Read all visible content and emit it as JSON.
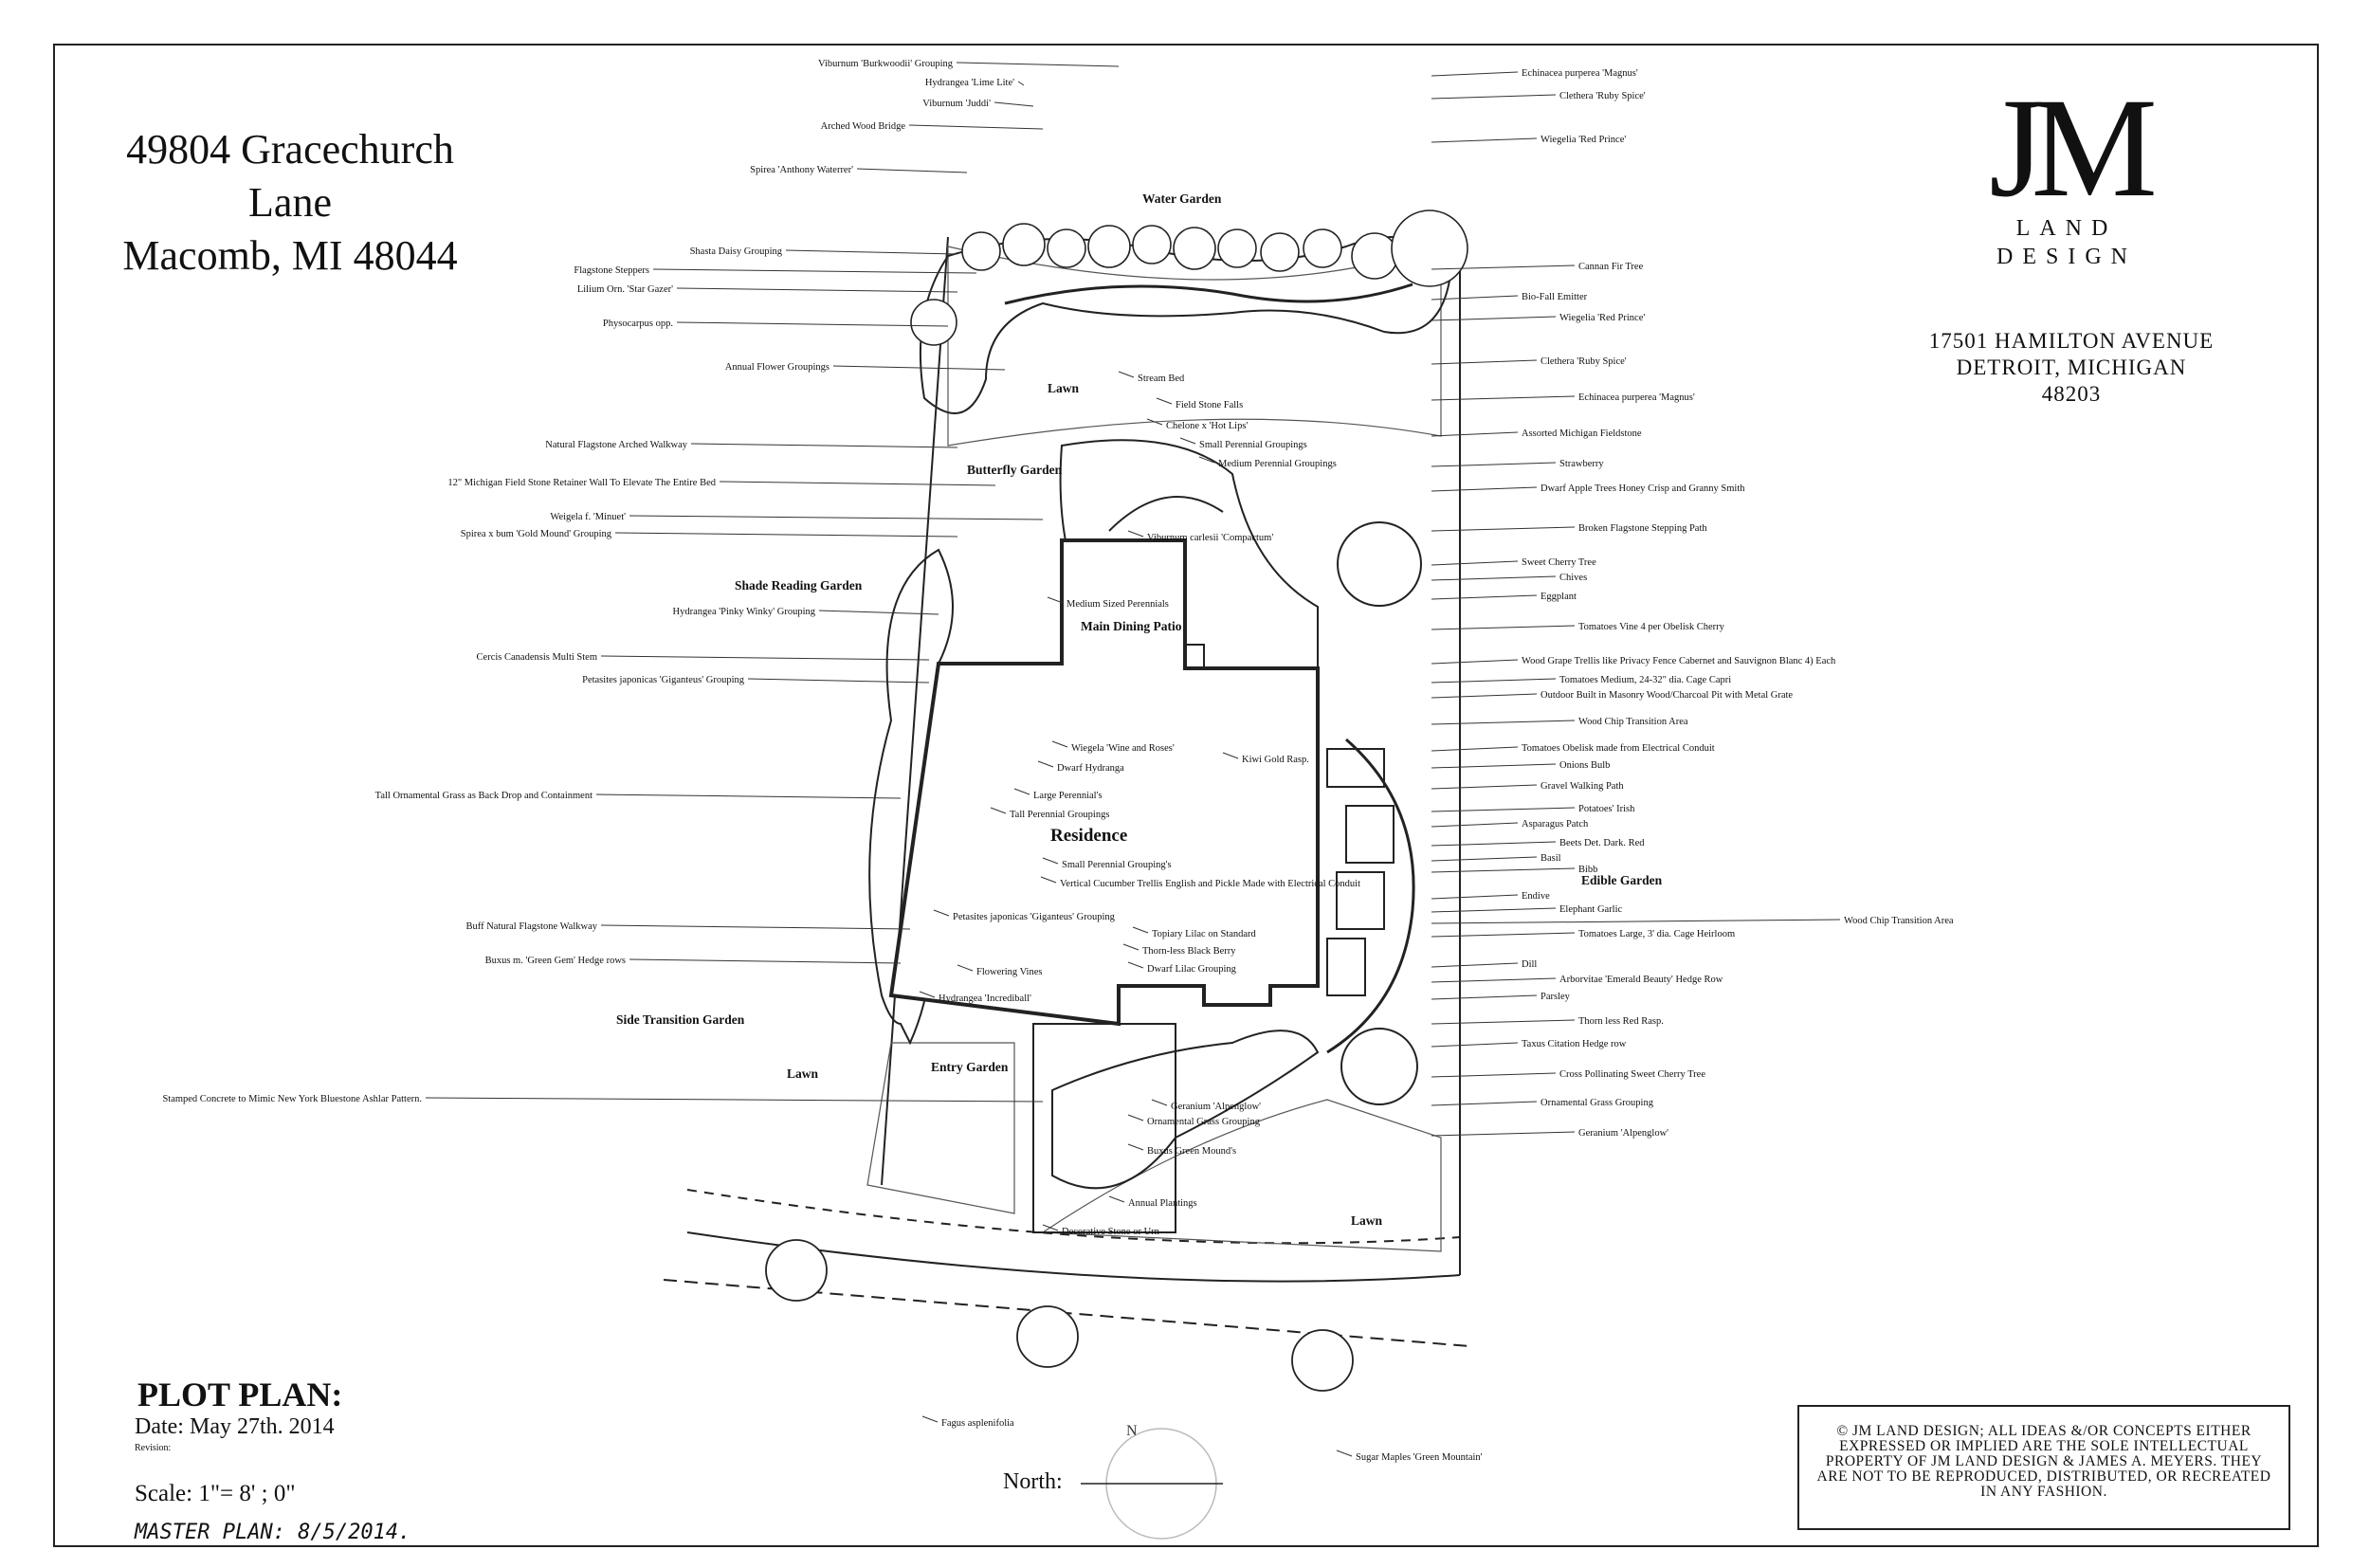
{
  "address": {
    "line1": "49804 Gracechurch Lane",
    "line2": "Macomb, MI 48044"
  },
  "firm": {
    "logo_text": "JM",
    "sub1": "LAND",
    "sub2": "DESIGN",
    "address1": "17501 HAMILTON AVENUE",
    "address2": "DETROIT, MICHIGAN 48203"
  },
  "plot": {
    "title": "PLOT PLAN:",
    "date": "Date: May 27th. 2014",
    "revision": "Revision:",
    "scale": "Scale: 1\"= 8' ; 0\"",
    "master": "MASTER PLAN: 8/5/2014."
  },
  "north_label": "North:",
  "copyright": "© JM LAND DESIGN; ALL IDEAS &/OR CONCEPTS EITHER EXPRESSED OR IMPLIED ARE THE SOLE INTELLECTUAL PROPERTY OF JM LAND DESIGN & JAMES A. MEYERS. THEY ARE NOT TO BE REPRODUCED, DISTRIBUTED, OR RECREATED IN ANY FASHION.",
  "areas": {
    "water_garden": "Water Garden",
    "lawn_top": "Lawn",
    "butterfly_garden": "Butterfly Garden",
    "shade_reading_garden": "Shade Reading Garden",
    "main_dining_patio": "Main Dining Patio",
    "residence": "Residence",
    "edible_garden": "Edible Garden",
    "side_transition_garden": "Side Transition Garden",
    "lawn_left": "Lawn",
    "entry_garden": "Entry Garden",
    "lawn_bottom": "Lawn"
  },
  "left_labels": [
    "Viburnum 'Burkwoodii' Grouping",
    "Hydrangea 'Lime Lite'",
    "Viburnum 'Juddi'",
    "Arched Wood Bridge",
    "Spirea 'Anthony Waterrer'",
    "Shasta Daisy Grouping",
    "Flagstone Steppers",
    "Lilium Orn. 'Star Gazer'",
    "Physocarpus opp.",
    "Annual Flower Groupings",
    "Natural Flagstone Arched Walkway",
    "12\" Michigan Field Stone Retainer Wall To Elevate The Entire Bed",
    "Weigela f. 'Minuet'",
    "Spirea x bum 'Gold Mound' Grouping",
    "Hydrangea 'Pinky Winky' Grouping",
    "Cercis Canadensis Multi Stem",
    "Petasites japonicas 'Giganteus' Grouping",
    "Tall Ornamental Grass as Back Drop and Containment",
    "Buff Natural Flagstone Walkway",
    "Buxus m. 'Green Gem' Hedge rows",
    "Stamped Concrete to Mimic New York Bluestone Ashlar Pattern."
  ],
  "center_labels": [
    "Stream Bed",
    "Field Stone Falls",
    "Chelone x 'Hot Lips'",
    "Small Perennial Groupings",
    "Medium Perennial Groupings",
    "Viburnum carlesii 'Compactum'",
    "Medium Sized Perennials",
    "Wiegela 'Wine and Roses'",
    "Dwarf Hydranga",
    "Large Perennial's",
    "Tall Perennial Groupings",
    "Kiwi Gold Rasp.",
    "Small Perennial Grouping's",
    "Vertical Cucumber Trellis English and Pickle Made with Electrical Conduit",
    "Petasites japonicas 'Giganteus' Grouping",
    "Topiary Lilac on Standard",
    "Thorn-less Black Berry",
    "Dwarf Lilac Grouping",
    "Flowering Vines",
    "Hydrangea 'Incrediball'",
    "Geranium 'Alpenglow'",
    "Ornamental Grass Grouping",
    "Buxus Green Mound's",
    "Annual Plantings",
    "Decorative Stone or Urn",
    "Fagus asplenifolia",
    "Sugar Maples 'Green Mountain'"
  ],
  "right_labels": [
    "Echinacea purperea 'Magnus'",
    "Clethera 'Ruby Spice'",
    "Wiegelia 'Red Prince'",
    "Cannan Fir Tree",
    "Bio-Fall Emitter",
    "Wiegelia 'Red Prince'",
    "Clethera 'Ruby Spice'",
    "Echinacea purperea 'Magnus'",
    "Assorted Michigan Fieldstone",
    "Strawberry",
    "Dwarf Apple Trees Honey Crisp and Granny Smith",
    "Broken Flagstone Stepping Path",
    "Sweet Cherry Tree",
    "Chives",
    "Eggplant",
    "Tomatoes Vine 4 per Obelisk Cherry",
    "Wood Grape Trellis like Privacy Fence  Cabernet and Sauvignon Blanc 4) Each",
    "Tomatoes Medium, 24-32\" dia. Cage Capri",
    "Outdoor Built in Masonry Wood/Charcoal Pit with Metal Grate",
    "Wood Chip Transition Area",
    "Tomatoes Obelisk made from Electrical Conduit",
    "Onions Bulb",
    "Gravel Walking Path",
    "Potatoes' Irish",
    "Asparagus Patch",
    "Beets Det. Dark. Red",
    "Basil",
    "Bibb",
    "Endive",
    "Elephant Garlic",
    "Wood Chip Transition Area",
    "Tomatoes Large, 3' dia. Cage Heirloom",
    "Dill",
    "Arborvitae 'Emerald Beauty' Hedge Row",
    "Parsley",
    "Thorn less Red Rasp.",
    "Taxus Citation Hedge row",
    "Cross Pollinating Sweet Cherry Tree",
    "Ornamental Grass Grouping",
    "Geranium 'Alpenglow'"
  ]
}
